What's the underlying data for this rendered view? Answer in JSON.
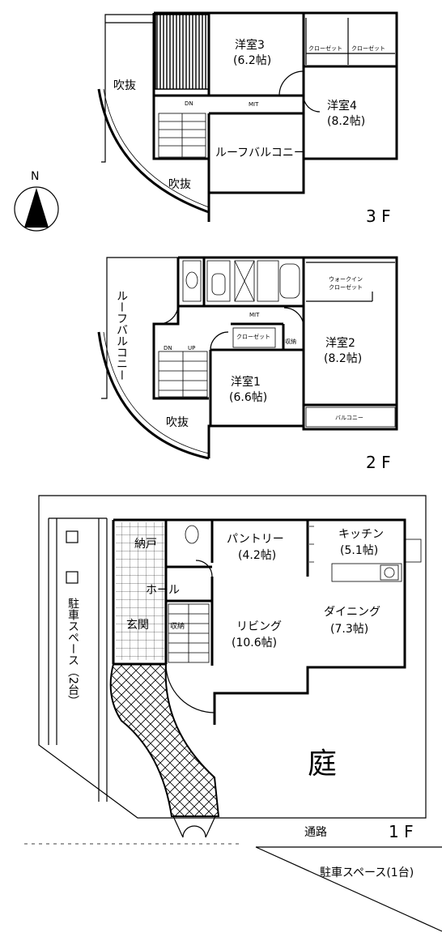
{
  "floors": {
    "f3": {
      "label": "3 F",
      "rooms": {
        "youshitsu3": {
          "name": "洋室3",
          "size": "(6.2帖)"
        },
        "youshitsu4": {
          "name": "洋室4",
          "size": "(8.2帖)"
        },
        "roof_balcony": "ルーフバルコニー",
        "fukinuke_a": "吹抜",
        "fukinuke_b": "吹抜",
        "closet_a": "クローゼット",
        "closet_b": "クローゼット",
        "dn": "DN",
        "mit": "MIT"
      }
    },
    "f2": {
      "label": "2 F",
      "rooms": {
        "youshitsu1": {
          "name": "洋室1",
          "size": "(6.6帖)"
        },
        "youshitsu2": {
          "name": "洋室2",
          "size": "(8.2帖)"
        },
        "roof_balcony": "ルーフバルコニー",
        "walkin_line1": "ウォークイン",
        "walkin_line2": "クローゼット",
        "closet": "クローゼット",
        "shuno": "収納",
        "balcony": "バルコニー",
        "fukinuke": "吹抜",
        "dn": "DN",
        "up": "UP",
        "mit": "MIT"
      }
    },
    "f1": {
      "label": "1 F",
      "rooms": {
        "pantry": {
          "name": "パントリー",
          "size": "(4.2帖)"
        },
        "kitchen": {
          "name": "キッチン",
          "size": "(5.1帖)"
        },
        "dining": {
          "name": "ダイニング",
          "size": "(7.3帖)"
        },
        "living": {
          "name": "リビング",
          "size": "(10.6帖)"
        },
        "nando": "納戸",
        "hall": "ホール",
        "genkan": "玄関",
        "shuno": "収納",
        "parking_vertical": "駐車スペース（2台）",
        "niwa": "庭",
        "road": "通路",
        "parking_road": "駐車スペース(1台)"
      }
    }
  },
  "compass": {
    "label": "N"
  }
}
